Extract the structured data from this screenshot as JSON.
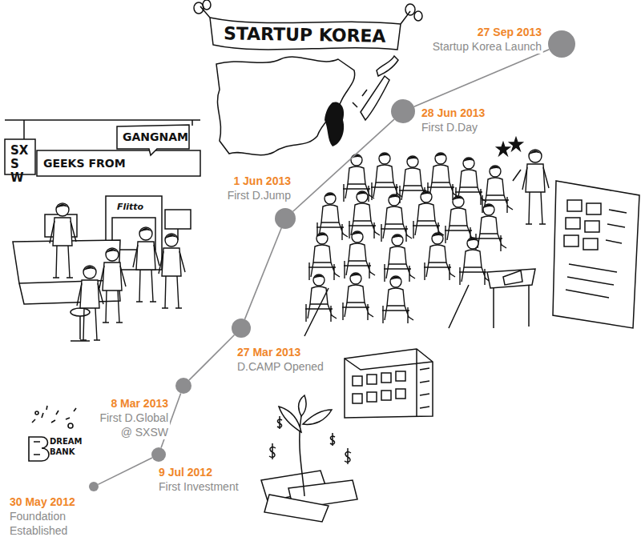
{
  "diagram": {
    "nodes": [
      {
        "text": [
          "30 May 2012",
          "Foundation Established"
        ]
      },
      {
        "text": [
          "9 Jul 2012",
          "First Investment"
        ]
      },
      {
        "text": [
          "8 Mar 2013",
          "First D.Global @ SXSW"
        ]
      },
      {
        "text": [
          "27 Mar 2013",
          "D.CAMP Opened"
        ]
      },
      {
        "text": [
          "1 Jun 2013",
          "First D.Jump"
        ]
      },
      {
        "text": [
          "28 Jun 2013",
          "First D.Day"
        ]
      },
      {
        "text": [
          "27 Sep 2013",
          "Startup Korea Launch"
        ]
      }
    ],
    "edges": [
      {
        "from": 0,
        "to": 1,
        "arrow": "none"
      },
      {
        "from": 1,
        "to": 2,
        "arrow": "none"
      },
      {
        "from": 2,
        "to": 3,
        "arrow": "none"
      },
      {
        "from": 3,
        "to": 4,
        "arrow": "none"
      },
      {
        "from": 4,
        "to": 5,
        "arrow": "none"
      },
      {
        "from": 5,
        "to": 6,
        "arrow": "none"
      }
    ],
    "labels": [
      "STARTUP KOREA",
      "SXSW",
      "GEEKS FROM",
      "GANGNAM",
      "Flitto",
      "DREAM BANK"
    ]
  }
}
